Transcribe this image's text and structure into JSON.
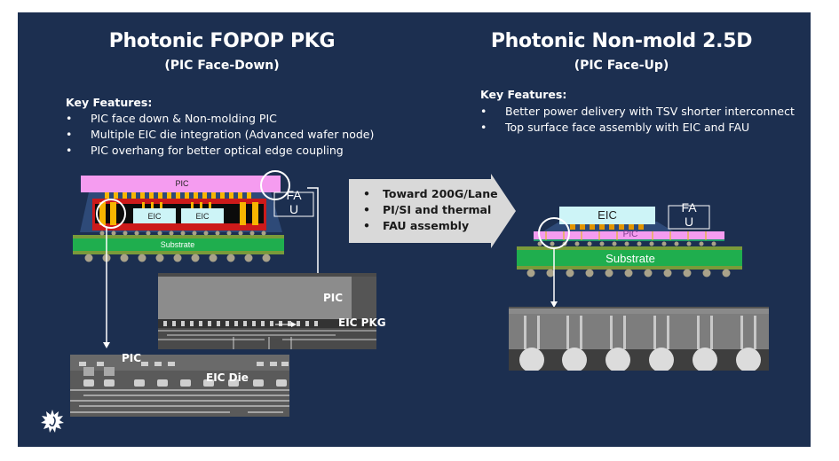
{
  "left_panel": {
    "title": "Photonic FOPOP PKG",
    "subtitle": "(PIC Face-Down)",
    "key_features_heading": "Key Features:",
    "features": [
      "PIC face down & Non-molding PIC",
      "Multiple EIC die integration (Advanced wafer node)",
      "PIC overhang for better optical edge coupling"
    ],
    "diagram": {
      "pic_label": "PIC",
      "eic_labels": [
        "EIC",
        "EIC"
      ],
      "fau_label_line1": "FA",
      "fau_label_line2": "U",
      "substrate_label": "Substrate"
    },
    "sem_top": {
      "pic_label": "PIC",
      "eic_pkg_label": "EIC PKG"
    },
    "sem_bottom": {
      "pic_label": "PIC",
      "eic_die_label": "EIC Die"
    }
  },
  "center_arrow": {
    "items": [
      "Toward 200G/Lane",
      "PI/SI and thermal",
      "FAU assembly"
    ]
  },
  "right_panel": {
    "title": "Photonic Non-mold 2.5D",
    "subtitle": "(PIC Face-Up)",
    "key_features_heading": "Key Features:",
    "features": [
      "Better power delivery with TSV shorter interconnect",
      "Top surface face assembly with EIC and FAU"
    ],
    "diagram": {
      "eic_label": "EIC",
      "pic_label": "PIC",
      "fau_label_line1": "FA",
      "fau_label_line2": "U",
      "substrate_label": "Substrate"
    }
  },
  "colors": {
    "slide_bg": "#1c2f50",
    "pic_pink": "#f59cf0",
    "eic_cyan": "#cdf4f7",
    "substrate_green": "#1fae4e",
    "mold_red": "#cc1a1a",
    "bump_orange": "#f7b500",
    "arrow_grey": "#d9d9d9"
  },
  "logo": {
    "icon": "sun-face-logo"
  }
}
